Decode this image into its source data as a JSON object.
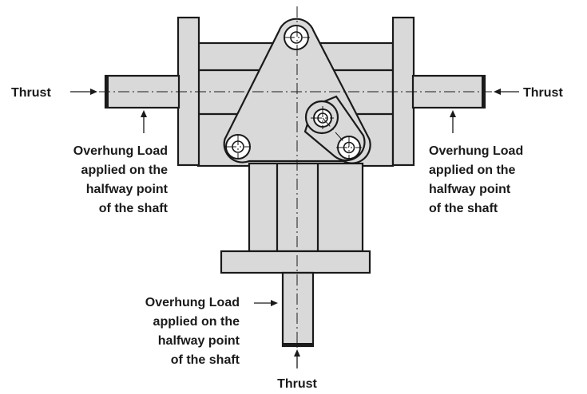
{
  "labels": {
    "thrust_left": "Thrust",
    "thrust_right": "Thrust",
    "thrust_bottom": "Thrust",
    "overhung_left": [
      "Overhung Load",
      "applied on the",
      "halfway point",
      "of the shaft"
    ],
    "overhung_right": [
      "Overhung Load",
      "applied on the",
      "halfway point",
      "of the shaft"
    ],
    "overhung_bottom": [
      "Overhung Load",
      "applied on the",
      "halfway point",
      "of the shaft"
    ]
  }
}
